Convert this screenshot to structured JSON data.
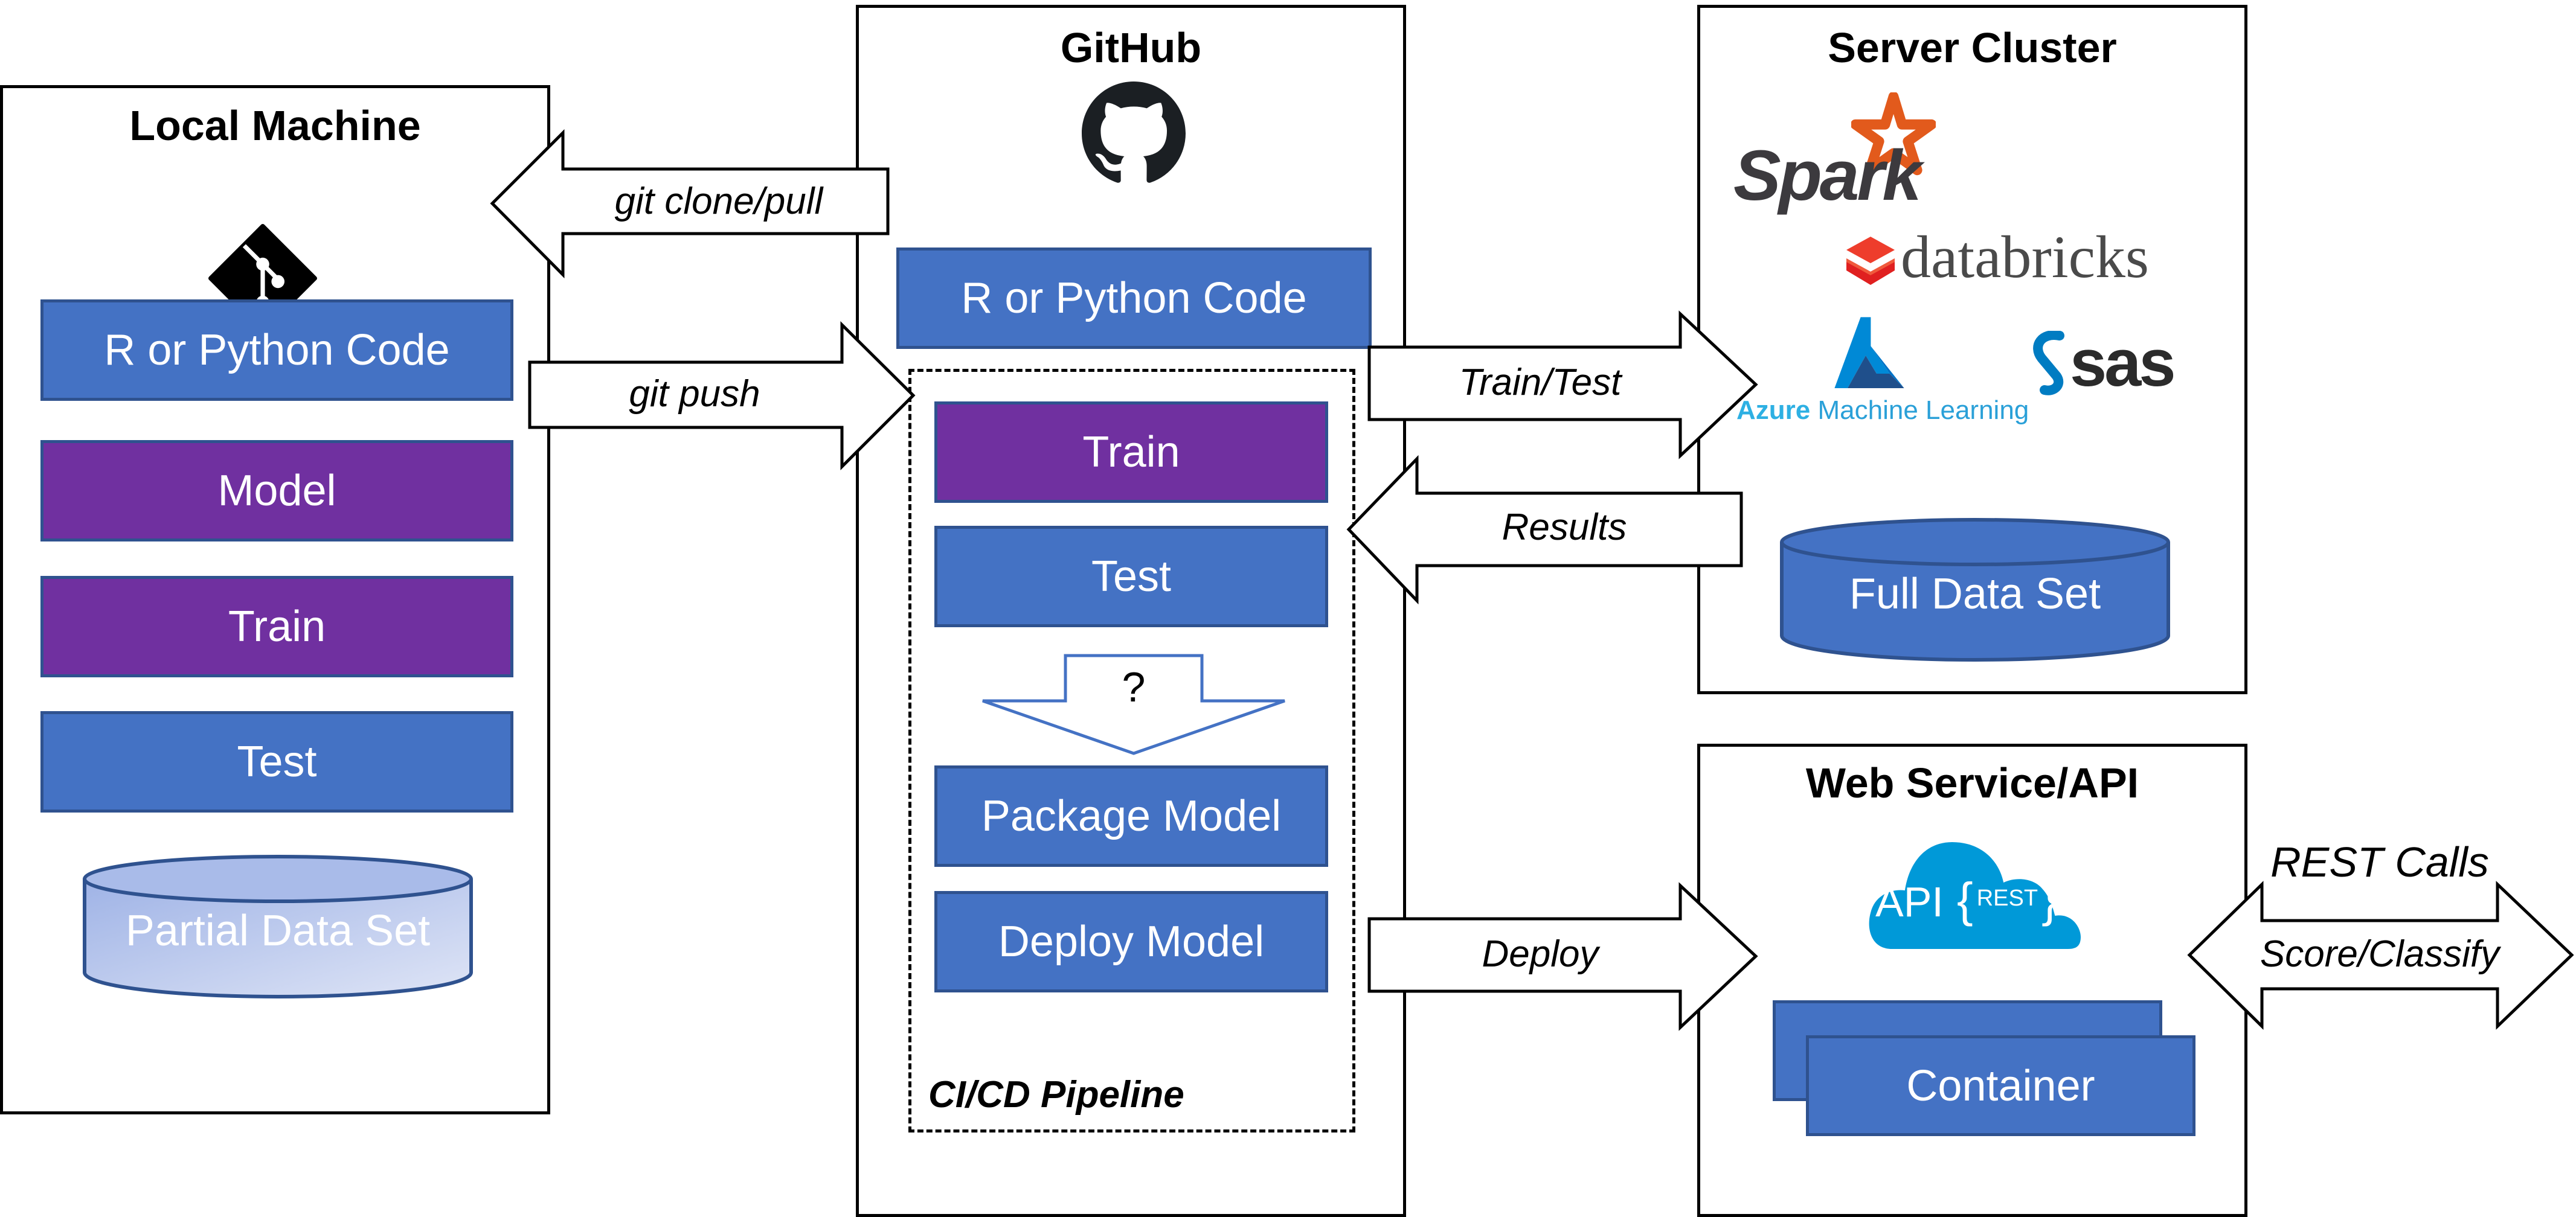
{
  "panels": {
    "local": {
      "title": "Local Machine",
      "blocks": [
        "R or Python Code",
        "Model",
        "Train",
        "Test"
      ],
      "datastore": "Partial Data Set"
    },
    "github": {
      "title": "GitHub",
      "code_block": "R or Python Code",
      "pipeline": {
        "label": "CI/CD Pipeline",
        "blocks": [
          "Train",
          "Test",
          "Package Model",
          "Deploy Model"
        ],
        "decision_label": "?"
      }
    },
    "server": {
      "title": "Server Cluster",
      "logos": {
        "spark": "Spark",
        "databricks": "databricks",
        "azure": "Azure",
        "azure_rest": "Machine Learning",
        "sas": "sas"
      },
      "datastore": "Full Data Set"
    },
    "webservice": {
      "title": "Web Service/API",
      "api_logo": {
        "api": "API",
        "rest": "REST"
      },
      "container": "Container"
    }
  },
  "arrows": {
    "clone": "git clone/pull",
    "push": "git push",
    "train_test": "Train/Test",
    "results": "Results",
    "deploy": "Deploy",
    "rest_calls": "REST Calls",
    "score": "Score/Classify"
  },
  "colors": {
    "blue_block": "#4472c4",
    "purple_block": "#7030a0",
    "block_border": "#2f528f",
    "spark_orange": "#e25a1c",
    "databricks_red": "#ee3d2c",
    "azure_blue": "#0089d6",
    "sas_blue": "#007cc2"
  }
}
